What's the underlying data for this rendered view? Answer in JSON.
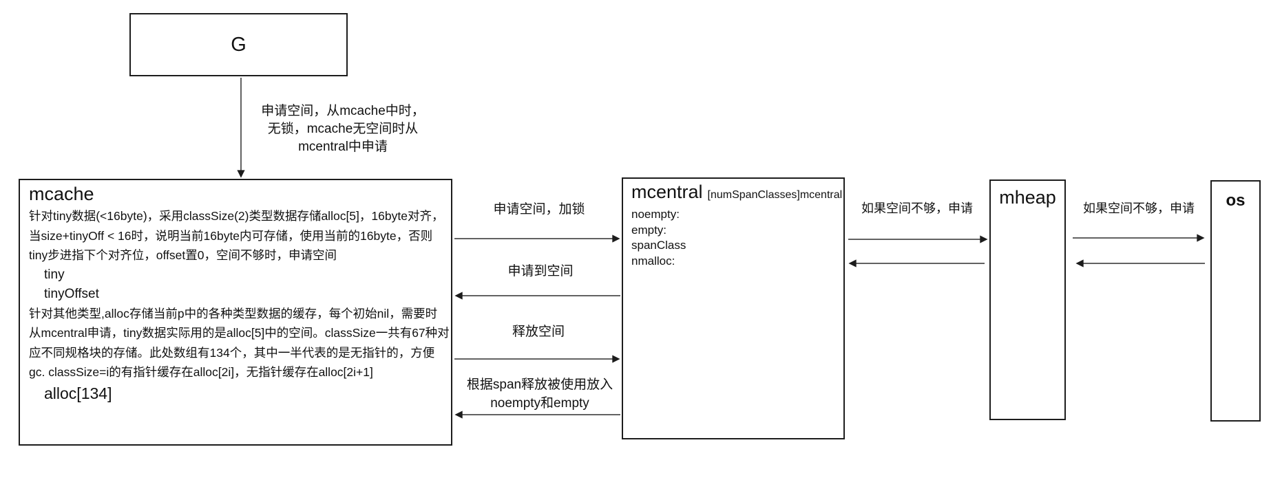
{
  "nodes": {
    "g": {
      "title": "G"
    },
    "mcache": {
      "title": "mcache",
      "para1": [
        "针对tiny数据(<16byte)，采用classSize(2)类型数据存储alloc[5]，16byte对齐，",
        "当size+tinyOff < 16时，说明当前16byte内可存储，使用当前的16byte，否则",
        "tiny步进指下个对齐位，offset置0，空间不够时，申请空间"
      ],
      "field_tiny": "tiny",
      "field_tiny_offset": "tinyOffset",
      "para2": [
        "针对其他类型,alloc存储当前p中的各种类型数据的缓存，每个初始nil，需要时",
        "从mcentral申请，tiny数据实际用的是alloc[5]中的空间。classSize一共有67种对",
        "应不同规格块的存储。此处数组有134个，其中一半代表的是无指针的，方便",
        "gc. classSize=i的有指针缓存在alloc[2i]，无指针缓存在alloc[2i+1]"
      ],
      "field_alloc": "alloc[134]"
    },
    "mcentral": {
      "title": "mcentral",
      "subtitle": "[numSpanClasses]mcentral",
      "fields": [
        "noempty:",
        "empty:",
        "spanClass",
        "nmalloc:"
      ]
    },
    "mheap": {
      "title": "mheap"
    },
    "os": {
      "title": "os"
    }
  },
  "edges": {
    "g_to_mcache": {
      "lines": [
        "申请空间，从mcache中时，",
        "无锁，mcache无空间时从",
        "mcentral中申请"
      ]
    },
    "request_space": {
      "label": "申请空间，加锁"
    },
    "space_granted": {
      "label": "申请到空间"
    },
    "release_space": {
      "label": "释放空间"
    },
    "span_release": {
      "lines": [
        "根据span释放被使用放入",
        "noempty和empty"
      ]
    },
    "mcentral_to_mheap": {
      "label": "如果空间不够，申请"
    },
    "mheap_to_os": {
      "label": "如果空间不够，申请"
    }
  },
  "colors": {
    "line": "#2e2e2e",
    "border": "#1c1c1c",
    "text": "#111111"
  }
}
